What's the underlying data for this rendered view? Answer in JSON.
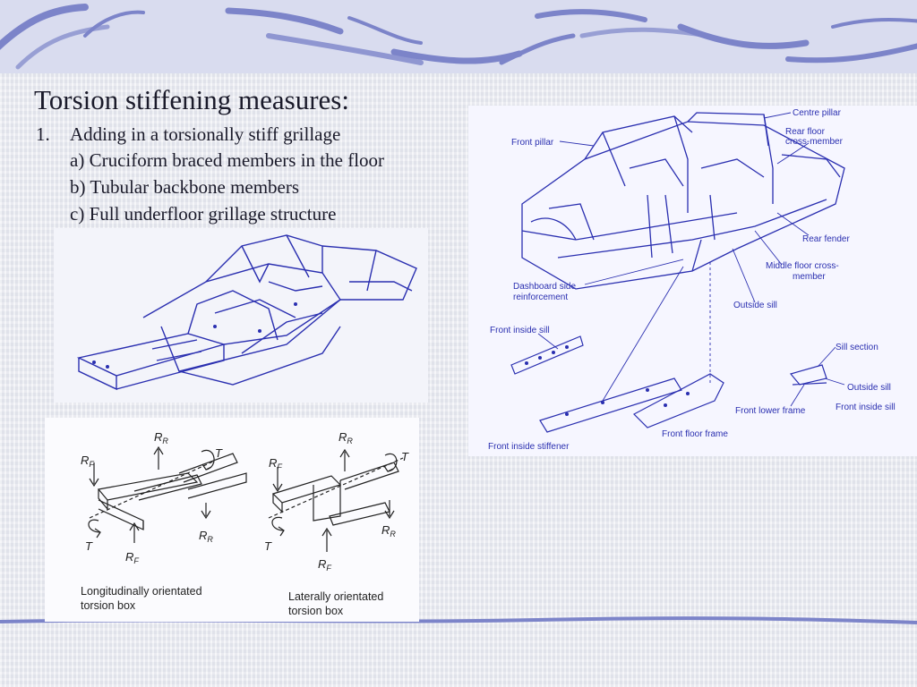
{
  "slide": {
    "title": "Torsion stiffening measures:",
    "list_number": "1.",
    "main_point": "Adding in a torsionally stiff grillage",
    "sub_points": [
      "a) Cruciform braced members in the floor",
      "b) Tubular backbone members",
      "c) Full underfloor grillage structure"
    ]
  },
  "torsion_boxes": {
    "force_labels": {
      "rf": "R",
      "rf_sub": "F",
      "rr": "R",
      "rr_sub": "R",
      "t": "T"
    },
    "left_caption_1": "Longitudinally orientated",
    "left_caption_2": "torsion box",
    "right_caption_1": "Laterally orientated",
    "right_caption_2": "torsion box"
  },
  "body_diagram": {
    "labels": {
      "front_pillar": "Front pillar",
      "centre_pillar": "Centre pillar",
      "rear_floor_1": "Rear floor",
      "rear_floor_2": "cross-member",
      "rear_fender": "Rear fender",
      "middle_floor_1": "Middle floor cross-",
      "middle_floor_2": "member",
      "dashboard_1": "Dashboard side",
      "dashboard_2": "reinforcement",
      "outside_sill": "Outside sill",
      "front_inside_sill": "Front inside sill",
      "sill_section": "Sill section",
      "outside_sill_2": "Outside sill",
      "front_lower_frame": "Front lower frame",
      "front_inside_sill_2": "Front inside sill",
      "front_floor_frame": "Front floor frame",
      "front_inside_stiffener": "Front inside stiffener"
    }
  },
  "colors": {
    "ink": "#2a2fb0",
    "band": "#d9dcef",
    "swirl": "#7c84c9"
  }
}
